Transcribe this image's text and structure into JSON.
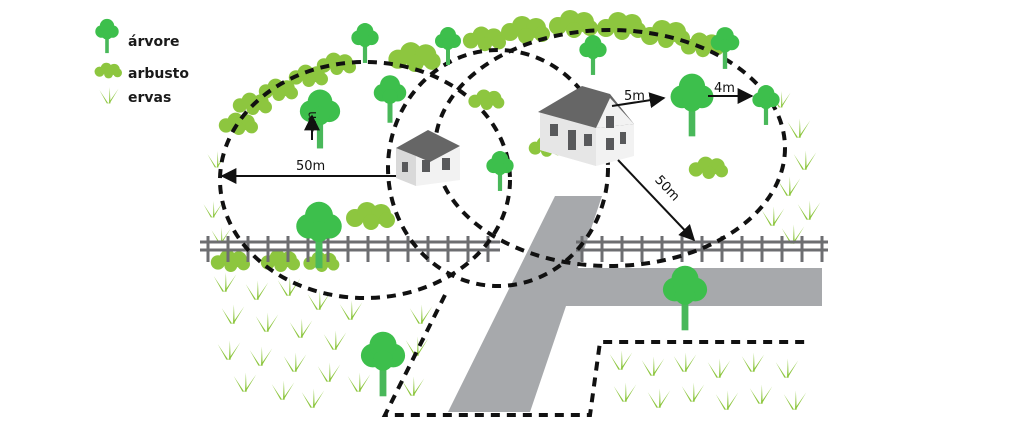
{
  "legend": {
    "tree": "árvore",
    "shrub": "arbusto",
    "grass": "ervas"
  },
  "measurements": {
    "left_distance": "50m",
    "diagonal_distance": "50m",
    "house_to_tree": "5m",
    "tree_to_tree": "4m",
    "tree_height": "4m"
  },
  "colors": {
    "tree": "#3dbf4c",
    "trunk": "#49b85a",
    "shrub": "#8dc63f",
    "grass": "#8dc63f",
    "road": "#a7a9ac",
    "fence": "#6d6e71",
    "roof": "#666666",
    "wall": "#f2f2f2"
  }
}
